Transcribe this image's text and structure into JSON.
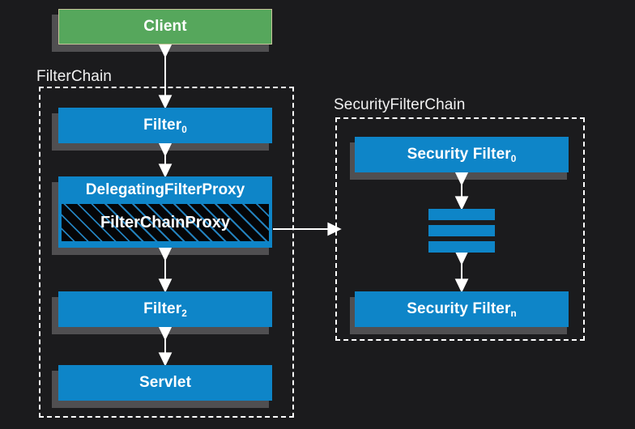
{
  "diagram": {
    "title": "Spring Security FilterChainProxy delegation diagram",
    "background_color": "#1b1b1d",
    "colors": {
      "blue": "#0e85c8",
      "green": "#56a75c",
      "green_border": "#c8c49a",
      "shadow": "#504f51",
      "arrow": "#ffffff",
      "frame": "#ffffff",
      "text": "#ffffff",
      "hatch_background": "#050507",
      "hatch_stripe": "#2896dc"
    },
    "groups": [
      {
        "id": "filter-chain",
        "label": "FilterChain"
      },
      {
        "id": "security-filter-chain",
        "label": "SecurityFilterChain"
      }
    ],
    "nodes": [
      {
        "id": "client",
        "label": "Client",
        "sub": "",
        "style": "green"
      },
      {
        "id": "filter-0",
        "label": "Filter",
        "sub": "0",
        "style": "blue"
      },
      {
        "id": "delegating-filter-proxy",
        "label": "DelegatingFilterProxy",
        "sub": "",
        "style": "blue"
      },
      {
        "id": "filter-chain-proxy",
        "label": "FilterChainProxy",
        "sub": "",
        "style": "hatched"
      },
      {
        "id": "filter-2",
        "label": "Filter",
        "sub": "2",
        "style": "blue"
      },
      {
        "id": "servlet",
        "label": "Servlet",
        "sub": "",
        "style": "blue"
      },
      {
        "id": "security-filter-0",
        "label": "Security Filter",
        "sub": "0",
        "style": "blue"
      },
      {
        "id": "security-filter-n",
        "label": "Security Filter",
        "sub": "n",
        "style": "blue"
      }
    ],
    "ellipsis_bars": {
      "count": 3,
      "meaning": "additional security filters"
    },
    "connections": [
      {
        "from": "client",
        "to": "filter-0",
        "type": "bidirectional"
      },
      {
        "from": "filter-0",
        "to": "delegating-filter-proxy",
        "type": "bidirectional"
      },
      {
        "from": "delegating-filter-proxy",
        "to": "filter-2",
        "type": "bidirectional"
      },
      {
        "from": "filter-2",
        "to": "servlet",
        "type": "bidirectional"
      },
      {
        "from": "filter-chain-proxy",
        "to": "security-filter-chain",
        "type": "unidirectional"
      },
      {
        "from": "security-filter-0",
        "to": "ellipsis-bars",
        "type": "bidirectional"
      },
      {
        "from": "ellipsis-bars",
        "to": "security-filter-n",
        "type": "bidirectional"
      }
    ]
  }
}
